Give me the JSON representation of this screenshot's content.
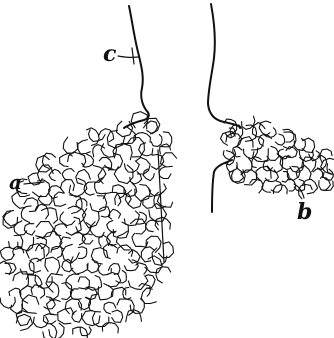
{
  "labels": {
    "a": "a",
    "b": "b",
    "c": "c"
  },
  "colors": {
    "ink": "#111111",
    "background": "#ffffff"
  }
}
